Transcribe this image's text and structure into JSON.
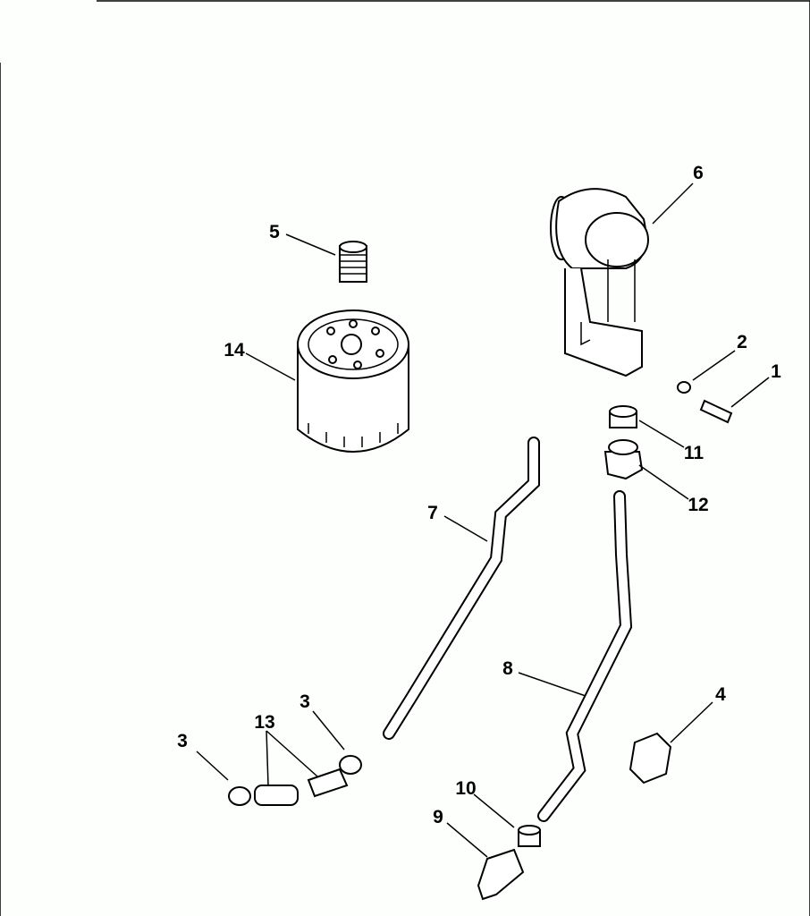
{
  "diagram": {
    "callouts": [
      {
        "id": "6",
        "label": "6",
        "part": "oil-filter-adapter"
      },
      {
        "id": "5",
        "label": "5",
        "part": "threaded-nipple"
      },
      {
        "id": "14",
        "label": "14",
        "part": "oil-filter"
      },
      {
        "id": "2",
        "label": "2",
        "part": "washer"
      },
      {
        "id": "1",
        "label": "1",
        "part": "screw"
      },
      {
        "id": "11",
        "label": "11",
        "part": "sleeve"
      },
      {
        "id": "12",
        "label": "12",
        "part": "fitting-nut"
      },
      {
        "id": "7",
        "label": "7",
        "part": "oil-line"
      },
      {
        "id": "8",
        "label": "8",
        "part": "oil-line"
      },
      {
        "id": "4",
        "label": "4",
        "part": "clamp-block"
      },
      {
        "id": "3a",
        "label": "3",
        "part": "hose-clamp"
      },
      {
        "id": "13",
        "label": "13",
        "part": "hose"
      },
      {
        "id": "3b",
        "label": "3",
        "part": "hose-clamp"
      },
      {
        "id": "10",
        "label": "10",
        "part": "sleeve"
      },
      {
        "id": "9",
        "label": "9",
        "part": "fitting"
      }
    ]
  }
}
